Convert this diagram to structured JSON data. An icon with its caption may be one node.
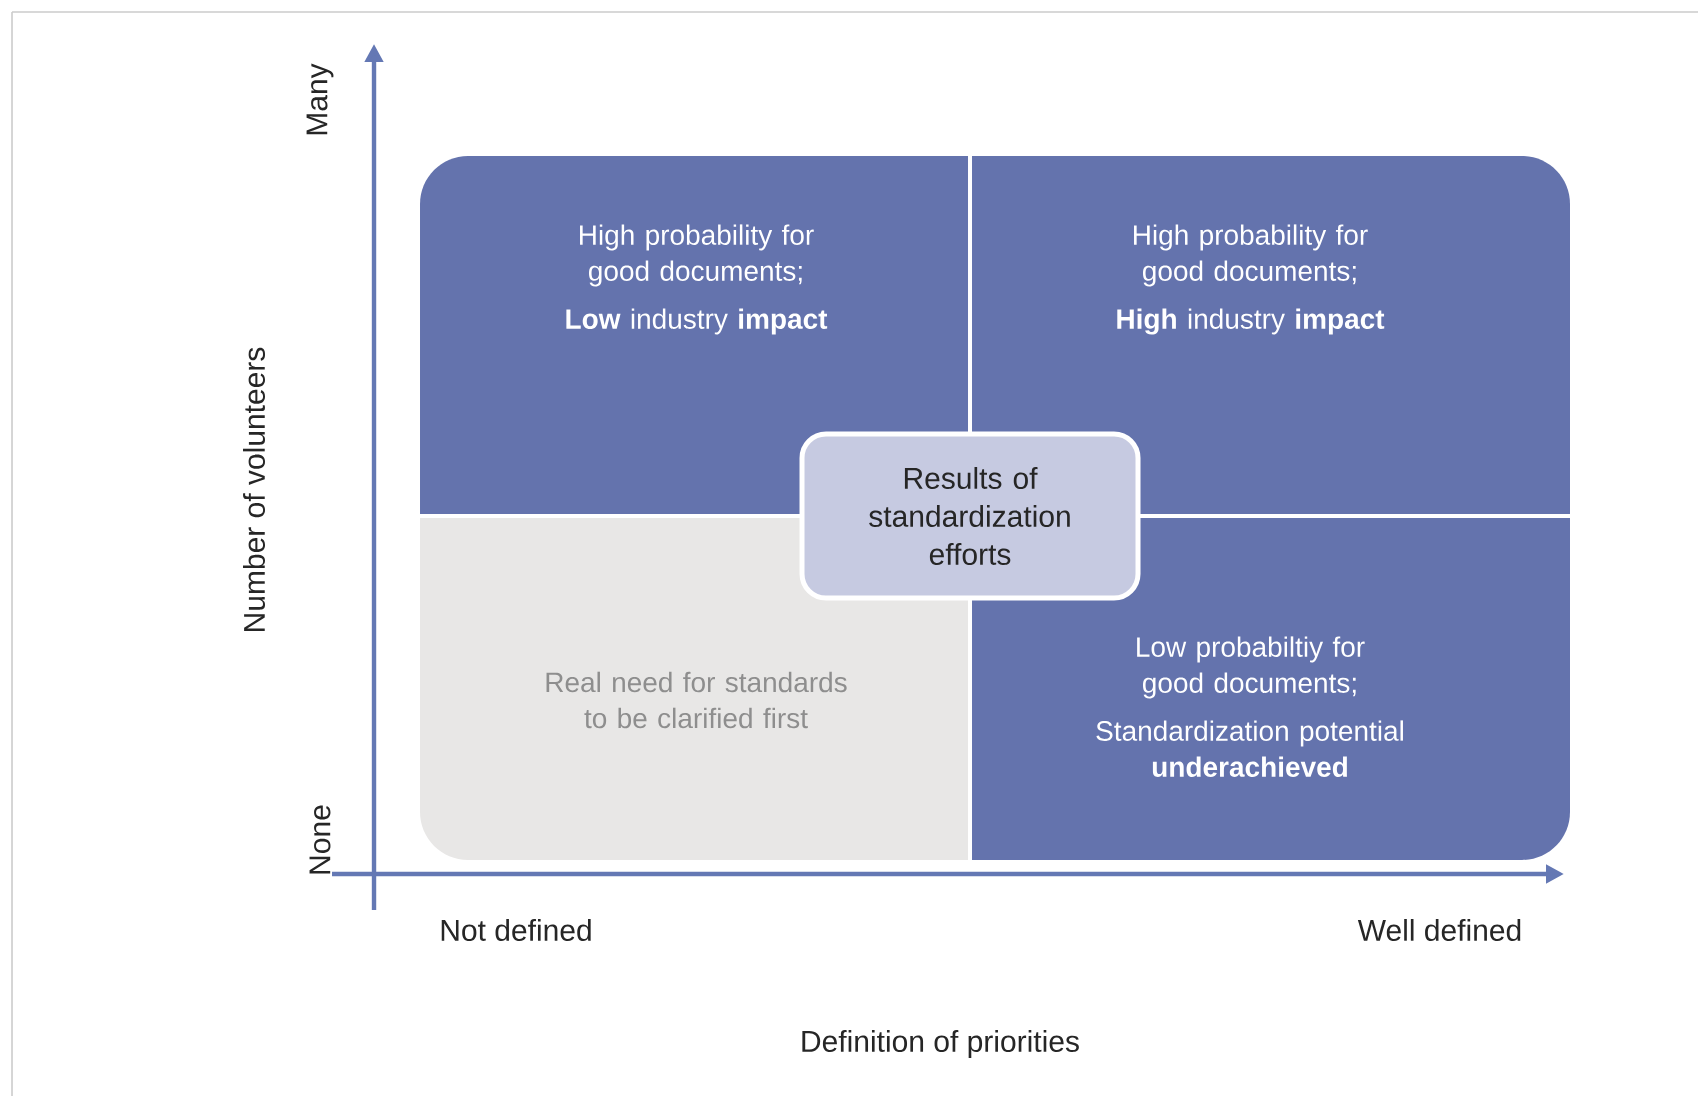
{
  "diagram": {
    "nodes": [
      {
        "text": [
          "High probability for good documents;",
          "**Low** industry **impact**"
        ]
      },
      {
        "text": [
          "High probability for good documents;",
          "**High** industry **impact**"
        ]
      },
      {
        "text": [
          "Real need for standards to be clarified first"
        ]
      },
      {
        "text": [
          "Low probabiltiy for good documents;",
          "Standardization potential **underachieved**"
        ]
      },
      {
        "text": [
          "Results of standardization efforts"
        ]
      }
    ],
    "labels": [
      "Many",
      "Number of volunteers",
      "None",
      "Not defined",
      "Well defined",
      "Definition of priorities"
    ]
  }
}
